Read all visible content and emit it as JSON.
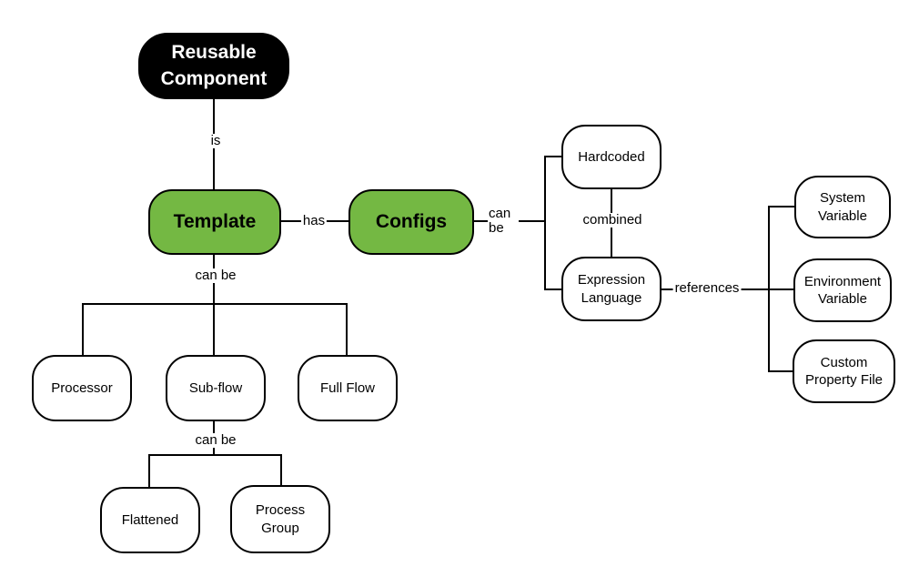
{
  "diagram": {
    "type": "concept-map",
    "nodes": {
      "reusable_component": {
        "label": "Reusable Component",
        "style": "dark"
      },
      "template": {
        "label": "Template",
        "style": "green"
      },
      "configs": {
        "label": "Configs",
        "style": "green"
      },
      "hardcoded": {
        "label": "Hardcoded",
        "style": "plain"
      },
      "expression_language": {
        "label": "Expression Language",
        "style": "plain"
      },
      "system_variable": {
        "label": "System Variable",
        "style": "plain"
      },
      "environment_variable": {
        "label": "Environment Variable",
        "style": "plain"
      },
      "custom_property_file": {
        "label": "Custom Property File",
        "style": "plain"
      },
      "processor": {
        "label": "Processor",
        "style": "plain"
      },
      "sub_flow": {
        "label": "Sub-flow",
        "style": "plain"
      },
      "full_flow": {
        "label": "Full Flow",
        "style": "plain"
      },
      "flattened": {
        "label": "Flattened",
        "style": "plain"
      },
      "process_group": {
        "label": "Process Group",
        "style": "plain"
      }
    },
    "edge_labels": {
      "is": "is",
      "has": "has",
      "configs_can_be": "can be",
      "combined": "combined",
      "references": "references",
      "template_can_be": "can be",
      "subflow_can_be": "can be"
    },
    "relations": [
      "Reusable Component -is- Template",
      "Template -has- Configs",
      "Configs -can be- Hardcoded",
      "Configs -can be- Expression Language",
      "Hardcoded -combined- Expression Language",
      "Expression Language -references- System Variable",
      "Expression Language -references- Environment Variable",
      "Expression Language -references- Custom Property File",
      "Template -can be- Processor",
      "Template -can be- Sub-flow",
      "Template -can be- Full Flow",
      "Sub-flow -can be- Flattened",
      "Sub-flow -can be- Process Group"
    ],
    "colors": {
      "highlight_fill": "#74b843",
      "dark_fill": "#000000",
      "plain_fill": "#ffffff",
      "stroke": "#000000",
      "background": "#ffffff"
    }
  }
}
